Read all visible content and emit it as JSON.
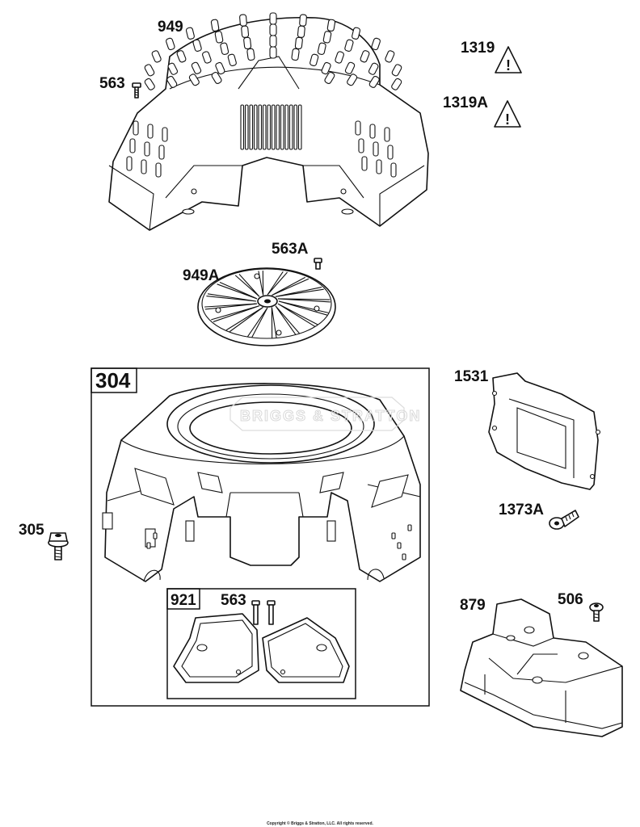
{
  "labels": {
    "p949": "949",
    "p563_top": "563",
    "p1319": "1319",
    "p1319A": "1319A",
    "p563A": "563A",
    "p949A": "949A",
    "p304": "304",
    "p1531": "1531",
    "p1373A": "1373A",
    "p305": "305",
    "p921": "921",
    "p563_box": "563",
    "p879": "879",
    "p506": "506"
  },
  "warning_symbol": "!",
  "icons": [
    "warning-triangle-icon"
  ],
  "watermark": "BRIGGS & STRATTON",
  "copyright": "Copyright © Briggs & Stratton, LLC. All rights reserved."
}
